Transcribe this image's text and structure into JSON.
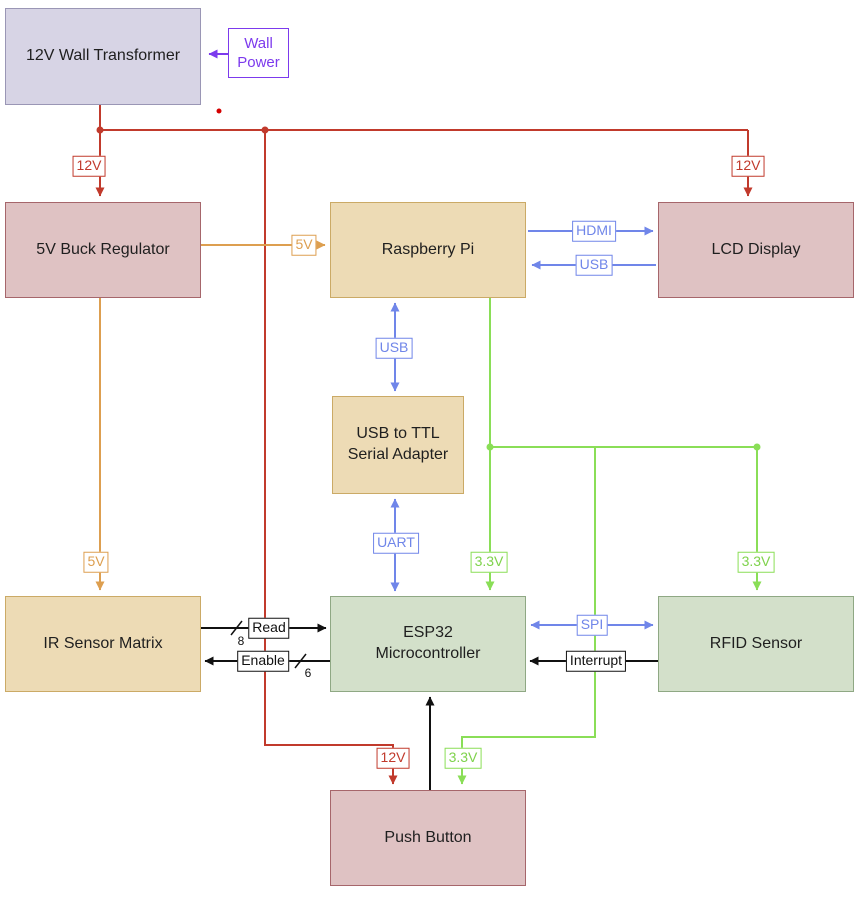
{
  "diagram": {
    "blocks": {
      "wall_transformer": {
        "label": "12V Wall Transformer"
      },
      "wall_power": {
        "label": "Wall\nPower"
      },
      "buck_regulator": {
        "label": "5V Buck Regulator"
      },
      "raspberry_pi": {
        "label": "Raspberry Pi"
      },
      "lcd_display": {
        "label": "LCD Display"
      },
      "usb_ttl": {
        "label": "USB to TTL\nSerial Adapter"
      },
      "ir_sensor_matrix": {
        "label": "IR Sensor Matrix"
      },
      "esp32": {
        "label": "ESP32\nMicrocontroller"
      },
      "rfid_sensor": {
        "label": "RFID Sensor"
      },
      "push_button": {
        "label": "Push Button"
      }
    },
    "wire_labels": {
      "v12_left": "12V",
      "v12_right": "12V",
      "v12_bottom": "12V",
      "v5_mid": "5V",
      "v5_left": "5V",
      "hdmi": "HDMI",
      "usb_lcd": "USB",
      "usb_serial": "USB",
      "uart": "UART",
      "v33_esp": "3.3V",
      "v33_rfid": "3.3V",
      "v33_button": "3.3V",
      "spi": "SPI",
      "interrupt": "Interrupt",
      "read": "Read",
      "enable": "Enable",
      "bus_width_read": "8",
      "bus_width_enable": "6"
    },
    "colors": {
      "power_12v": "#c13a2c",
      "power_5v": "#dd9f50",
      "power_3v3": "#8ade57",
      "data_bus": "#7086e9",
      "signal": "#111111",
      "wall_power": "#7c3aed",
      "block_lavender": "#d7d4e5",
      "block_pink": "#dfc2c3",
      "block_tan": "#eddbb5",
      "block_green": "#d3e0ca"
    }
  }
}
